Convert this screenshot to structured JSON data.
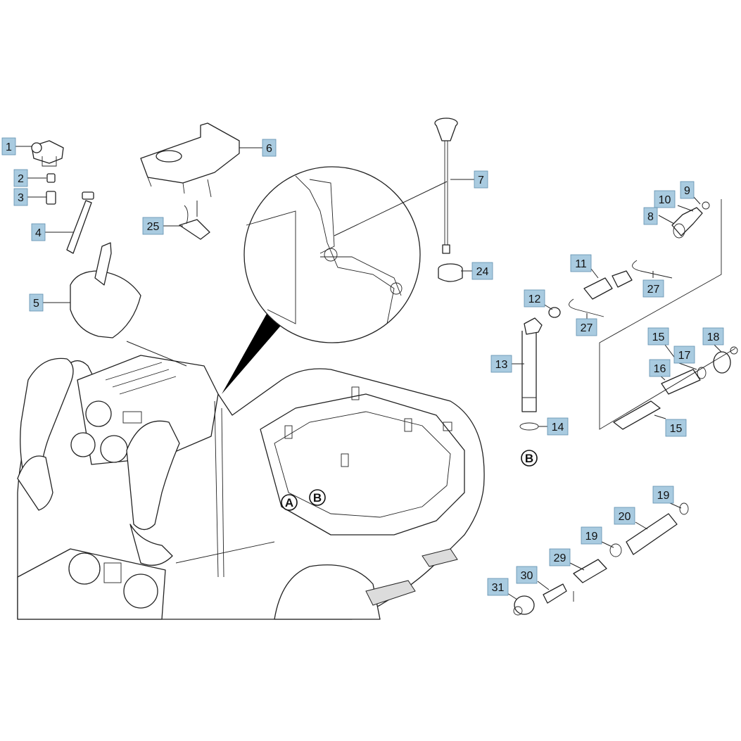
{
  "callouts": [
    {
      "id": "c1",
      "label": "1"
    },
    {
      "id": "c2",
      "label": "2"
    },
    {
      "id": "c3",
      "label": "3"
    },
    {
      "id": "c4",
      "label": "4"
    },
    {
      "id": "c5",
      "label": "5"
    },
    {
      "id": "c6",
      "label": "6"
    },
    {
      "id": "c7",
      "label": "7"
    },
    {
      "id": "c25",
      "label": "25"
    },
    {
      "id": "c24",
      "label": "24"
    },
    {
      "id": "c9",
      "label": "9"
    },
    {
      "id": "c10",
      "label": "10"
    },
    {
      "id": "c8",
      "label": "8"
    },
    {
      "id": "c11",
      "label": "11"
    },
    {
      "id": "c27a",
      "label": "27"
    },
    {
      "id": "c12",
      "label": "12"
    },
    {
      "id": "c27b",
      "label": "27"
    },
    {
      "id": "c15a",
      "label": "15"
    },
    {
      "id": "c18",
      "label": "18"
    },
    {
      "id": "c17",
      "label": "17"
    },
    {
      "id": "c16",
      "label": "16"
    },
    {
      "id": "c13",
      "label": "13"
    },
    {
      "id": "c14",
      "label": "14"
    },
    {
      "id": "c15b",
      "label": "15"
    },
    {
      "id": "c19a",
      "label": "19"
    },
    {
      "id": "c20",
      "label": "20"
    },
    {
      "id": "c19b",
      "label": "19"
    },
    {
      "id": "c29",
      "label": "29"
    },
    {
      "id": "c30",
      "label": "30"
    },
    {
      "id": "c31",
      "label": "31"
    }
  ],
  "markers": {
    "a": "A",
    "b": "B",
    "b2": "B"
  },
  "colors": {
    "callout_fill": "#a9cbe0",
    "callout_border": "#5f8fb0",
    "line": "#222222"
  }
}
